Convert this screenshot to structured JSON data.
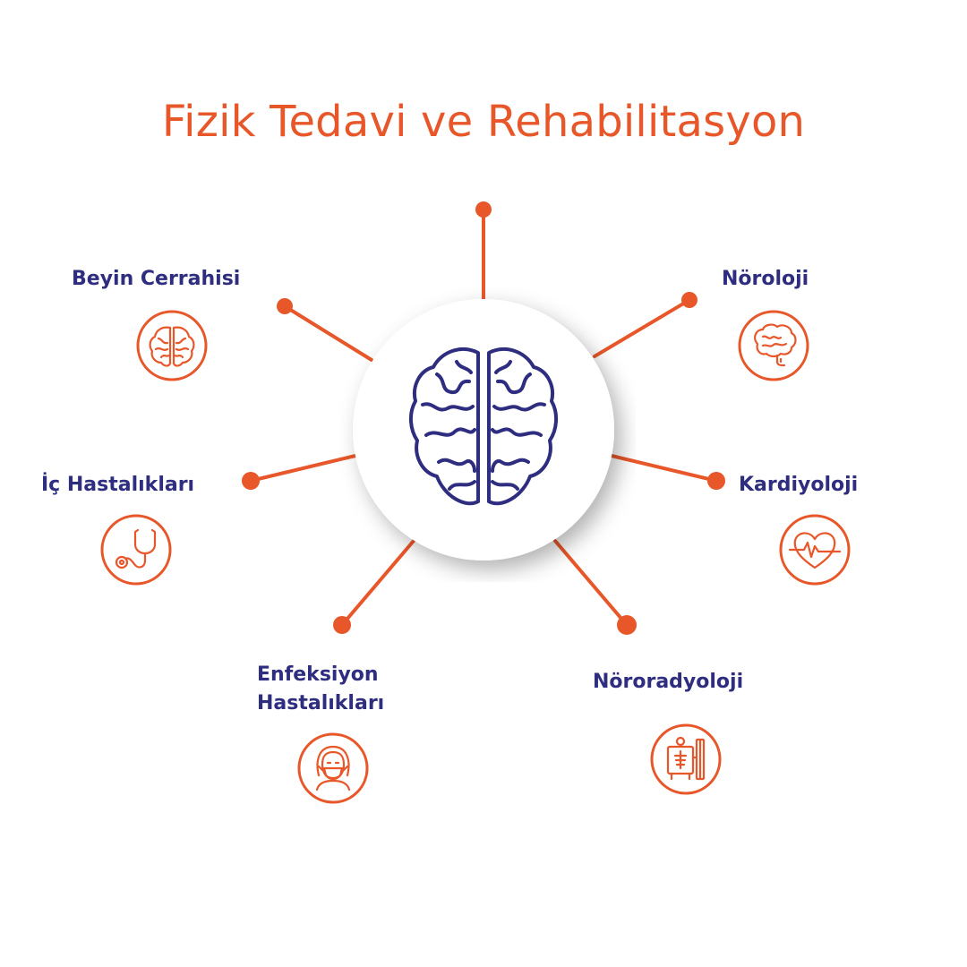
{
  "title": "Fizik Tedavi ve Rehabilitasyon",
  "colors": {
    "accent": "#e8572a",
    "navy": "#2e2d7f",
    "background": "#ffffff"
  },
  "center": {
    "icon": "brain-icon"
  },
  "specialties": [
    {
      "label": "Beyin Cerrahisi",
      "icon": "brain-icon"
    },
    {
      "label": "Nöroloji",
      "icon": "brain-head-icon"
    },
    {
      "label": "İç Hastalıkları",
      "icon": "stethoscope-icon"
    },
    {
      "label": "Kardiyoloji",
      "icon": "heart-pulse-icon"
    },
    {
      "label_line1": "Enfeksiyon",
      "label_line2": "Hastalıkları",
      "icon": "masked-person-icon"
    },
    {
      "label": "Nöroradyoloji",
      "icon": "xray-scanner-icon"
    }
  ]
}
